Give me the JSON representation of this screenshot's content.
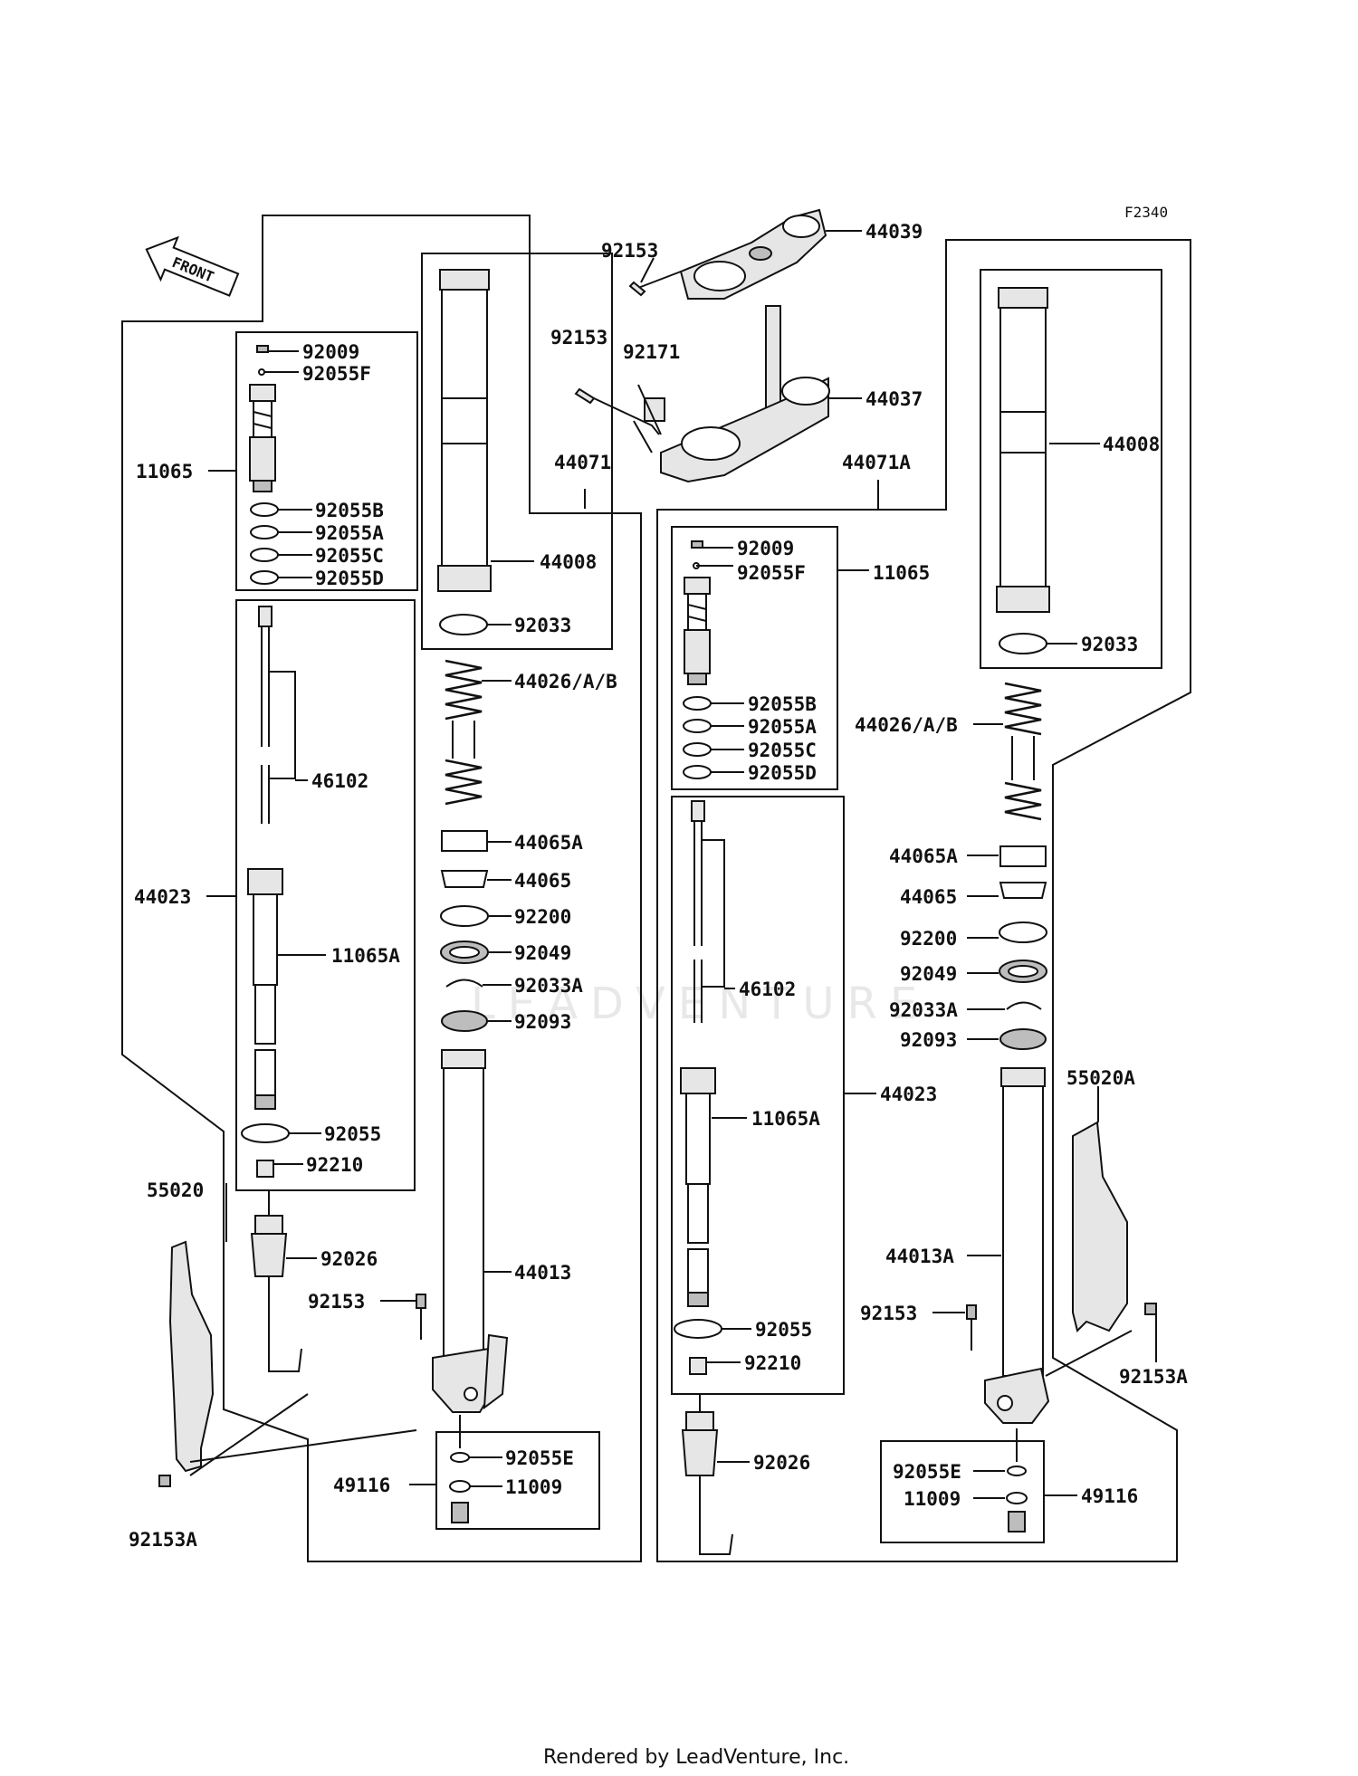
{
  "diagram": {
    "code": "F2340",
    "front_label": "FRONT",
    "watermark": "LEADVENTURE",
    "footer": "Rendered by LeadVenture, Inc.",
    "labels": {
      "p92153_top": "92153",
      "p44039": "44039",
      "p92153_mid": "92153",
      "p92171": "92171",
      "p44037": "44037",
      "p44071": "44071",
      "p44071A": "44071A",
      "L_92009": "92009",
      "L_92055F": "92055F",
      "L_11065": "11065",
      "L_92055B": "92055B",
      "L_92055A": "92055A",
      "L_92055C": "92055C",
      "L_92055D": "92055D",
      "L_44008": "44008",
      "L_92033": "92033",
      "L_44026": "44026/A/B",
      "L_46102": "46102",
      "L_44065A": "44065A",
      "L_44065": "44065",
      "L_44023": "44023",
      "L_92200": "92200",
      "L_92049": "92049",
      "L_11065A": "11065A",
      "L_92033A": "92033A",
      "L_92093": "92093",
      "L_92055": "92055",
      "L_92210": "92210",
      "L_55020": "55020",
      "L_92026": "92026",
      "L_44013": "44013",
      "L_92153": "92153",
      "L_92055E": "92055E",
      "L_49116": "49116",
      "L_11009": "11009",
      "L_92153A": "92153A",
      "R_92009": "92009",
      "R_92055F": "92055F",
      "R_11065": "11065",
      "R_92055B": "92055B",
      "R_92055A": "92055A",
      "R_92055C": "92055C",
      "R_92055D": "92055D",
      "R_44008": "44008",
      "R_92033": "92033",
      "R_44026": "44026/A/B",
      "R_46102": "46102",
      "R_44065A": "44065A",
      "R_44065": "44065",
      "R_92200": "92200",
      "R_92049": "92049",
      "R_92033A": "92033A",
      "R_92093": "92093",
      "R_44023": "44023",
      "R_11065A": "11065A",
      "R_55020A": "55020A",
      "R_44013A": "44013A",
      "R_92153": "92153",
      "R_92153A": "92153A",
      "R_92055": "92055",
      "R_92210": "92210",
      "R_92026": "92026",
      "R_92055E": "92055E",
      "R_11009": "11009",
      "R_49116": "49116"
    }
  }
}
